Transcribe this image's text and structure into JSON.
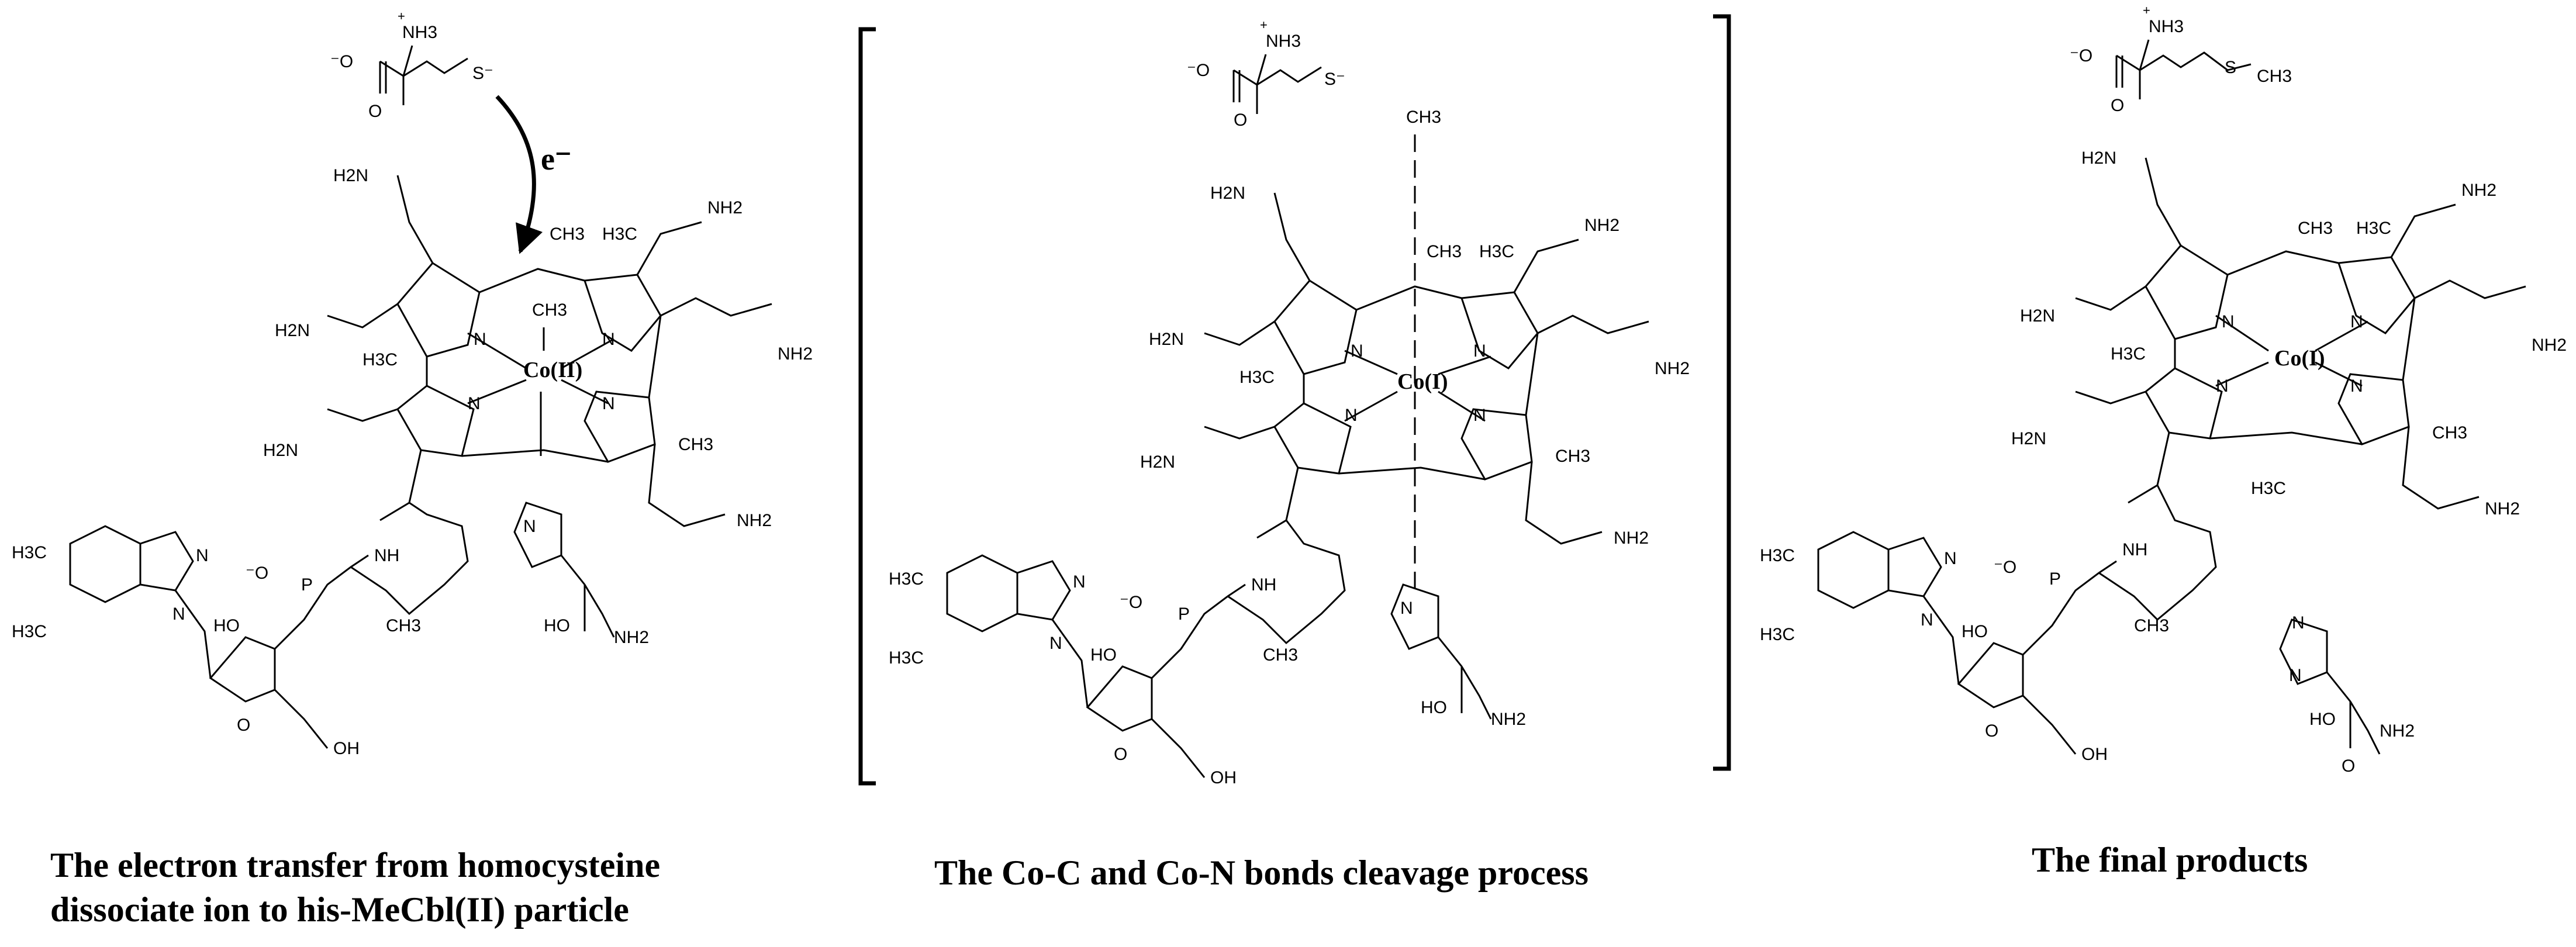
{
  "panels": [
    {
      "caption_line1": "The electron transfer from homocysteine",
      "caption_line2": "dissociate ion to his-MeCbl(II) particle",
      "metal_label": "Co(II)",
      "electron_label": "e⁻",
      "axial_ligand_top": "CH3",
      "homocysteine": {
        "ammonium": "NH3",
        "ammonium_charge": "+",
        "carboxylate_o": "O",
        "carboxylate_o_minus": "⁻O",
        "sulfur": "S⁻"
      }
    },
    {
      "caption": "The Co-C and Co-N bonds cleavage process",
      "metal_label": "Co(I)",
      "axial_ligand_top": "CH3",
      "homocysteine": {
        "ammonium": "NH3",
        "ammonium_charge": "+",
        "carboxylate_o": "O",
        "carboxylate_o_minus": "⁻O",
        "sulfur": "S⁻"
      }
    },
    {
      "caption": "The final products",
      "metal_label": "Co(I)",
      "methionine": {
        "ammonium": "NH3",
        "ammonium_charge": "+",
        "carboxylate_o": "O",
        "carboxylate_o_minus": "⁻O",
        "sulfur": "S",
        "methyl": "CH3"
      }
    }
  ],
  "atom_labels": {
    "nitrogen": "N",
    "oxygen": "O",
    "phosphorus": "P",
    "amide": "NH2",
    "amide_left": "H2N",
    "methyl": "CH3",
    "methyl_left": "H3C",
    "hydroxyl": "OH",
    "hydroxyl_left": "HO",
    "amine": "NH",
    "oxide": "⁻O"
  }
}
